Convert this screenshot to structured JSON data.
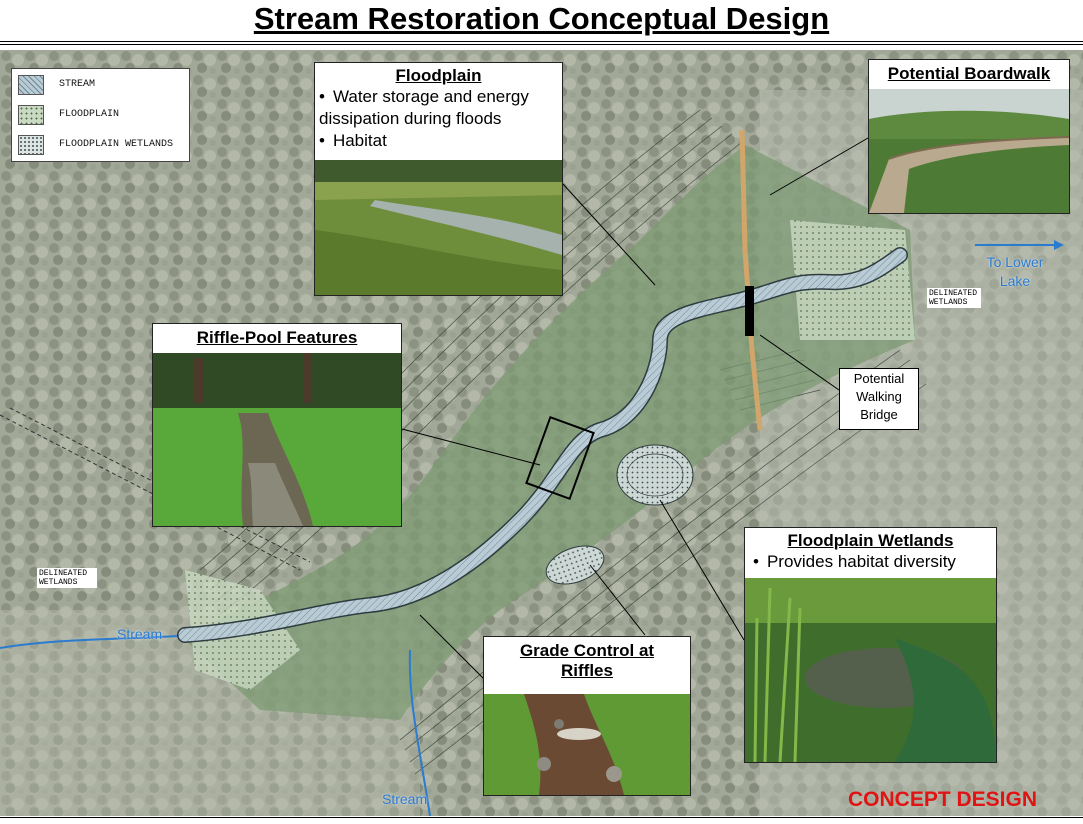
{
  "title": "Stream Restoration Conceptual Design",
  "legend": [
    {
      "label": "STREAM",
      "swatch": "stream"
    },
    {
      "label": "FLOODPLAIN",
      "swatch": "floodplain"
    },
    {
      "label": "FLOODPLAIN WETLANDS",
      "swatch": "wetlands"
    }
  ],
  "panels": {
    "floodplain": {
      "title": "Floodplain",
      "bullets": [
        "Water storage and energy dissipation during floods",
        "Habitat"
      ]
    },
    "boardwalk": {
      "title": "Potential Boardwalk"
    },
    "riffle_pool": {
      "title": "Riffle-Pool Features"
    },
    "floodplain_wetlands": {
      "title": "Floodplain Wetlands",
      "bullets": [
        "Provides habitat diversity"
      ]
    },
    "grade_control": {
      "title": "Grade Control at Riffles"
    }
  },
  "callouts": {
    "walking_bridge": "Potential Walking Bridge"
  },
  "map_labels": {
    "stream_west": "Stream",
    "stream_south": "Stream",
    "to_lower_lake": "To Lower Lake",
    "delineated_wetlands_east": "DELINEATED WETLANDS",
    "delineated_wetlands_west": "DELINEATED WETLANDS"
  },
  "stamp": "CONCEPT DESIGN",
  "colors": {
    "stream_line": "#2b7bd1",
    "concept_stamp": "#e01414",
    "design_area": "#7c9a72"
  }
}
